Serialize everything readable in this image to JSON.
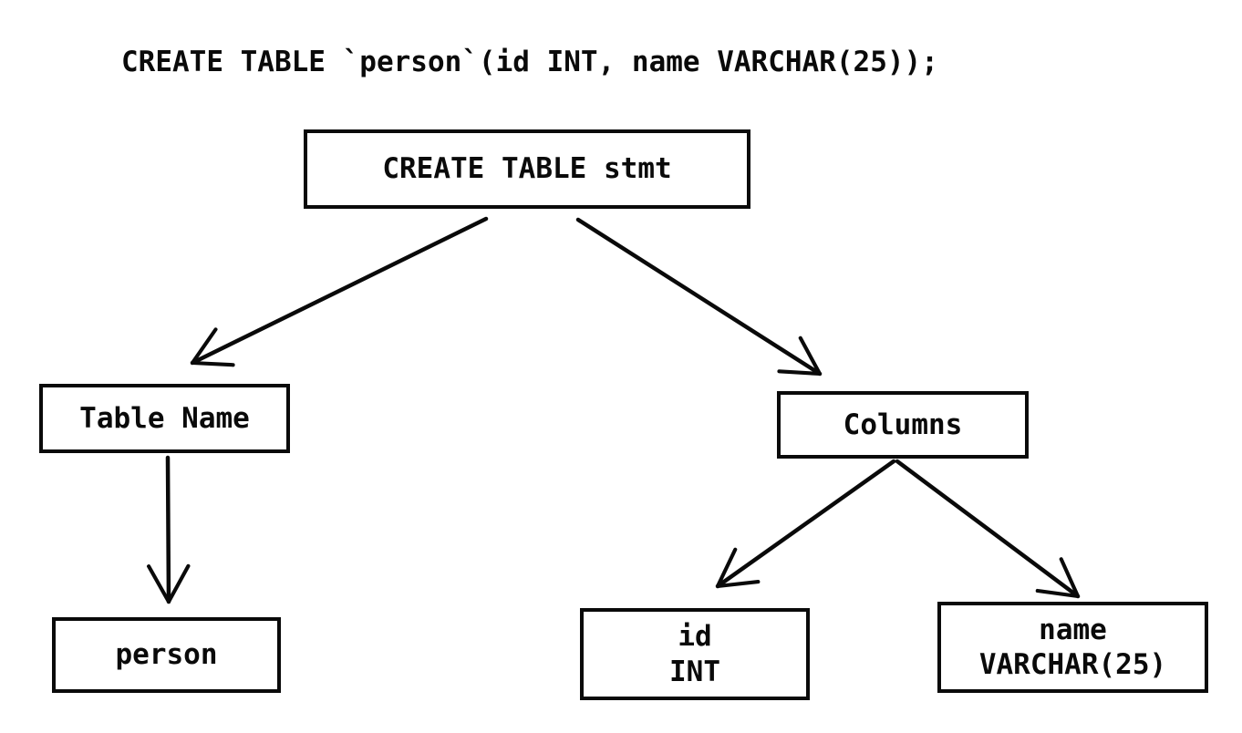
{
  "sql_statement": "CREATE TABLE `person`(id INT, name VARCHAR(25));",
  "nodes": {
    "stmt": "CREATE TABLE stmt",
    "table_name": "Table Name",
    "columns": "Columns",
    "table_name_value": "person",
    "column_id_name": "id",
    "column_id_type": "INT",
    "column_name_name": "name",
    "column_name_type": "VARCHAR(25)"
  },
  "edges": [
    {
      "from": "stmt",
      "to": "table_name"
    },
    {
      "from": "stmt",
      "to": "columns"
    },
    {
      "from": "table_name",
      "to": "table_name_value"
    },
    {
      "from": "columns",
      "to": "column_id"
    },
    {
      "from": "columns",
      "to": "column_name"
    }
  ],
  "colors": {
    "ink": "#0a0a0a",
    "background": "#ffffff"
  }
}
